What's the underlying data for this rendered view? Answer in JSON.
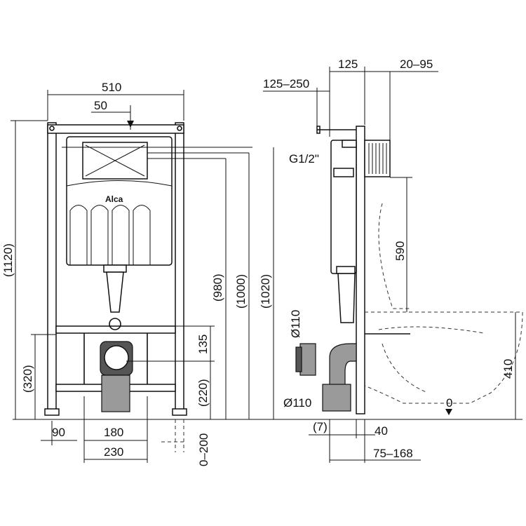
{
  "title": "Alca installation frame dimension drawing",
  "logo": "Alca",
  "front_view": {
    "width": "510",
    "flush_offset": "50",
    "total_height": "(1120)",
    "height_980": "(980)",
    "height_1000": "(1000)",
    "height_1020": "(1020)",
    "outlet_spacing": "135",
    "outlet_height": "(220)",
    "crossbar_height": "(320)",
    "foot_offset": "90",
    "bolt_spacing": "180",
    "foot_spacing": "230",
    "leg_extension": "0–200"
  },
  "side_view": {
    "depth": "125",
    "wall_gap": "20–95",
    "inlet_range": "125–250",
    "inlet_thread": "G1/2\"",
    "pipe_diameter_upper": "Ø110",
    "pipe_diameter_lower": "Ø110",
    "bolt_height": "590",
    "bowl_height": "410",
    "floor_level": "0",
    "pipe_offset": "(7)",
    "frame_depth": "40",
    "outlet_depth": "75–168"
  }
}
